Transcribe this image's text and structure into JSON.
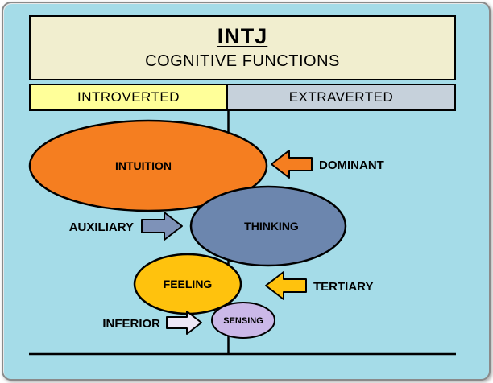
{
  "window": {
    "background": "#A5DCE8",
    "frame_border": "#8A8A8A"
  },
  "header": {
    "title": "INTJ",
    "subtitle": "COGNITIVE FUNCTIONS",
    "panel_color": "#F1EECF"
  },
  "columns": {
    "introverted": {
      "label": "INTROVERTED",
      "color": "#FFFF99"
    },
    "extraverted": {
      "label": "EXTRAVERTED",
      "color": "#C6D1DB"
    }
  },
  "functions": {
    "intuition": {
      "label": "INTUITION",
      "color": "#F57E20"
    },
    "thinking": {
      "label": "THINKING",
      "color": "#6C86AE"
    },
    "feeling": {
      "label": "FEELING",
      "color": "#FFC20D"
    },
    "sensing": {
      "label": "SENSING",
      "color": "#CBB8E8"
    }
  },
  "roles": {
    "dominant": {
      "label": "DOMINANT",
      "arrow_color": "#F57E20",
      "direction": "left"
    },
    "auxiliary": {
      "label": "AUXILIARY",
      "arrow_color": "#7E92B8",
      "direction": "right"
    },
    "tertiary": {
      "label": "TERTIARY",
      "arrow_color": "#FFC20D",
      "direction": "left"
    },
    "inferior": {
      "label": "INFERIOR",
      "arrow_color": "#EDE7F6",
      "direction": "right"
    }
  }
}
